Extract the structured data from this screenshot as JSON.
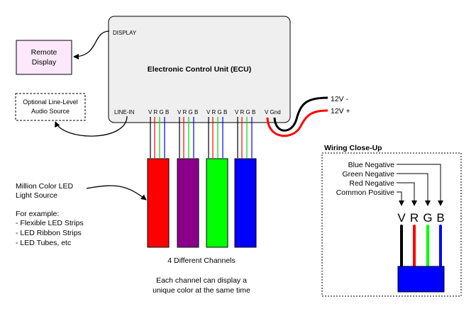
{
  "ecu": {
    "title": "Electronic Control Unit (ECU)",
    "display_port": "DISPLAY",
    "line_in_port": "LINE-IN",
    "channel_port_labels": [
      "V R G B",
      "V R G B",
      "V R G B",
      "V R G B"
    ],
    "power_port": "V Gnd"
  },
  "remote_display": {
    "line1": "Remote",
    "line2": "Display"
  },
  "audio_source": {
    "line1": "Optional Line-Level",
    "line2": "Audio Source"
  },
  "power": {
    "negative": "12V -",
    "positive": "12V +"
  },
  "led_source": {
    "line1": "Million Color LED",
    "line2": "Light Source",
    "example_title": "For example:",
    "examples": [
      "- Flexible LED Strips",
      "- LED Ribbon Strips",
      "- LED Tubes, etc"
    ]
  },
  "channels": {
    "label": "4 Different Channels",
    "note_line1": "Each channel can display a",
    "note_line2": "unique color at the same time",
    "colors": [
      "#ff0000",
      "#8b008b",
      "#00ff00",
      "#0000ff"
    ]
  },
  "closeup": {
    "title": "Wiring Close-Up",
    "labels": [
      "Blue Negative",
      "Green Negative",
      "Red Negative",
      "Common Positive"
    ],
    "pins": [
      "V",
      "R",
      "G",
      "B"
    ],
    "wire_colors": [
      "#000000",
      "#ff0000",
      "#00ff00",
      "#0000ff"
    ],
    "block_color": "#0000ff"
  }
}
